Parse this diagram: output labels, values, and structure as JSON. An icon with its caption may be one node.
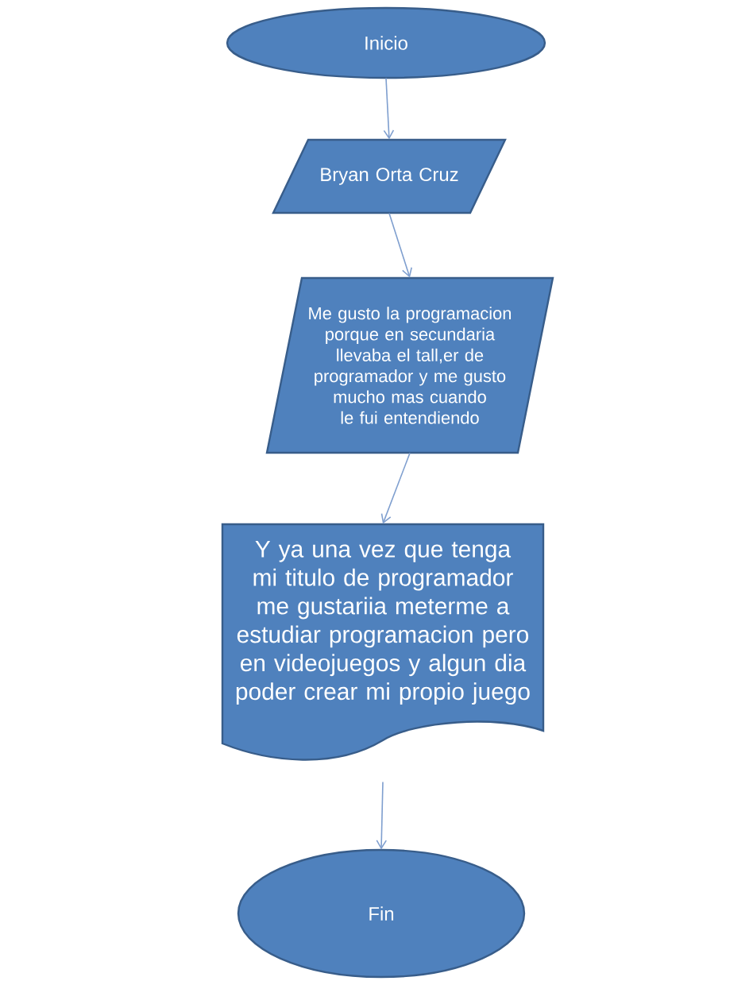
{
  "diagram": {
    "nodes": [
      {
        "text": [
          "Inicio"
        ]
      },
      {
        "text": [
          "Bryan Orta Cruz"
        ]
      },
      {
        "text": [
          "Me gusto la programacion porque en secundaria llevaba el tall,er de programador y me gusto mucho mas cuando le fui entendiendo"
        ]
      },
      {
        "text": [
          "Y ya una vez que tenga mi titulo de programador me gustariia meterme a estudiar programacion pero en videojuegos y algun dia poder crear mi propio juego"
        ]
      },
      {
        "text": [
          "Fin"
        ]
      }
    ],
    "edges": [
      {
        "from": 0,
        "to": 1,
        "arrow": "to"
      },
      {
        "from": 1,
        "to": 2,
        "arrow": "to"
      },
      {
        "from": 2,
        "to": 3,
        "arrow": "to"
      },
      {
        "from": 3,
        "to": 4,
        "arrow": "to"
      }
    ]
  }
}
